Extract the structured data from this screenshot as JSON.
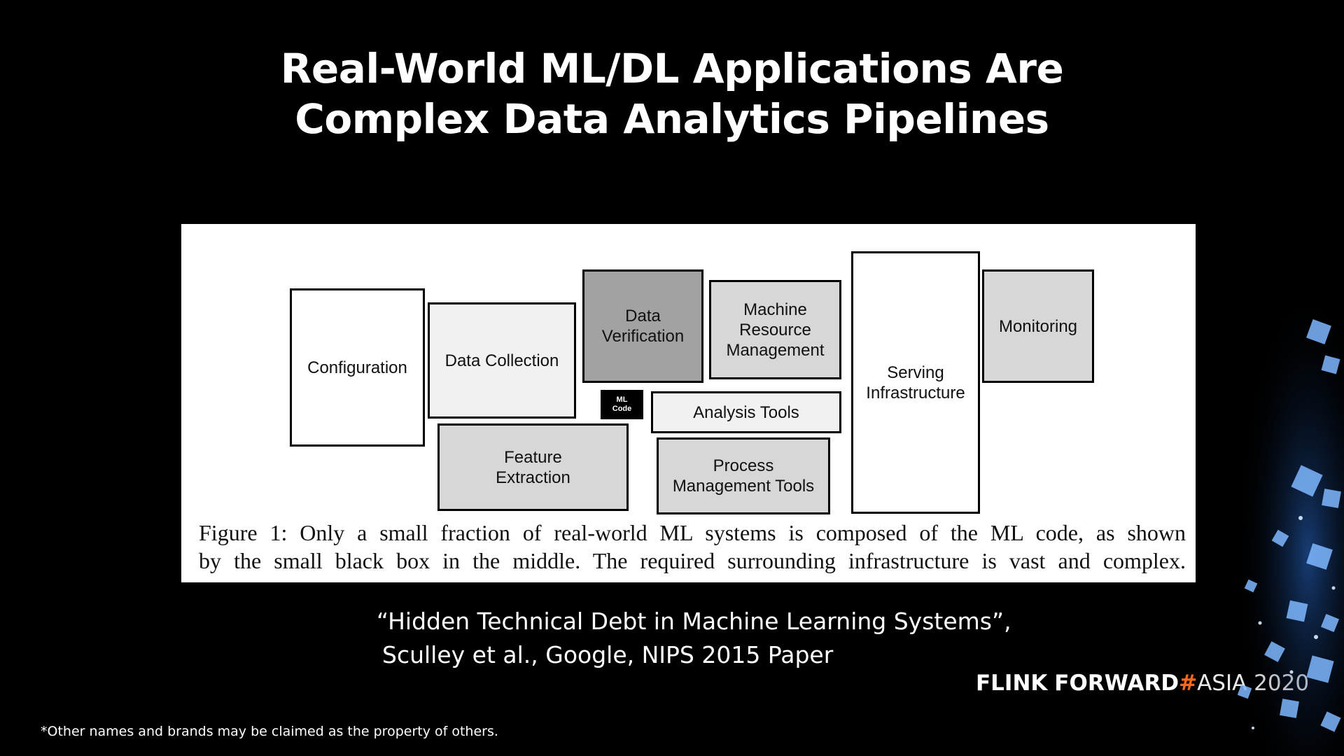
{
  "slide": {
    "title_line1": "Real-World ML/DL Applications Are",
    "title_line2": "Complex Data Analytics Pipelines"
  },
  "figure": {
    "boxes": {
      "configuration": "Configuration",
      "data_collection": "Data Collection",
      "data_verification": "Data\nVerification",
      "machine_resource_management": "Machine\nResource\nManagement",
      "serving_infrastructure": "Serving\nInfrastructure",
      "monitoring": "Monitoring",
      "ml_code": "ML\nCode",
      "analysis_tools": "Analysis Tools",
      "feature_extraction": "Feature\nExtraction",
      "process_management_tools": "Process\nManagement Tools"
    },
    "caption_line1": "Figure 1: Only a small fraction of real-world ML systems is composed of the ML code, as shown",
    "caption_line2": "by the small black box in the middle. The required surrounding infrastructure is vast and complex."
  },
  "citation": {
    "line1": "“Hidden Technical Debt in Machine Learning Systems”,",
    "line2": "Sculley et al., Google, NIPS 2015 Paper"
  },
  "brand": {
    "flink": "FLINK",
    "forward": "FORWARD",
    "hash": "#",
    "asia": "ASIA 2020",
    "hash_color": "#ff6a1a"
  },
  "footnote": "*Other names and brands may be claimed as the property of others."
}
